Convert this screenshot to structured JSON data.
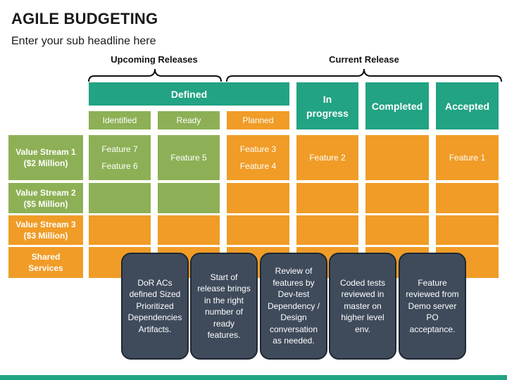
{
  "slide": {
    "title": "AGILE BUDGETING",
    "subtitle": "Enter your sub headline here"
  },
  "groups": {
    "upcoming": "Upcoming Releases",
    "current": "Current Release"
  },
  "headers": {
    "defined": "Defined",
    "in_progress": "In progress",
    "completed": "Completed",
    "accepted": "Accepted",
    "identified": "Identified",
    "ready": "Ready",
    "planned": "Planned"
  },
  "rows": [
    {
      "label": "Value Stream 1 ($2 Million)"
    },
    {
      "label": "Value Stream 2 ($5 Million)"
    },
    {
      "label": "Value Stream 3 ($3 Million)"
    },
    {
      "label": "Shared Services"
    }
  ],
  "features": {
    "identified": [
      "Feature 7",
      "Feature 6"
    ],
    "ready": "Feature 5",
    "planned": [
      "Feature 3",
      "Feature 4"
    ],
    "in_progress": "Feature 2",
    "accepted": "Feature 1"
  },
  "notes": [
    "DoR ACs defined Sized Prioritized Dependencies Artifacts.",
    "Start of release brings in the right number of ready features.",
    "Review of features by Dev-test Dependency / Design conversation as needed.",
    "Coded tests reviewed in master on higher level env.",
    "Feature reviewed from Demo server PO acceptance."
  ],
  "colors": {
    "teal": "#22a383",
    "green": "#8db056",
    "orange": "#f09c27",
    "note_fill": "#3f4b5b"
  }
}
